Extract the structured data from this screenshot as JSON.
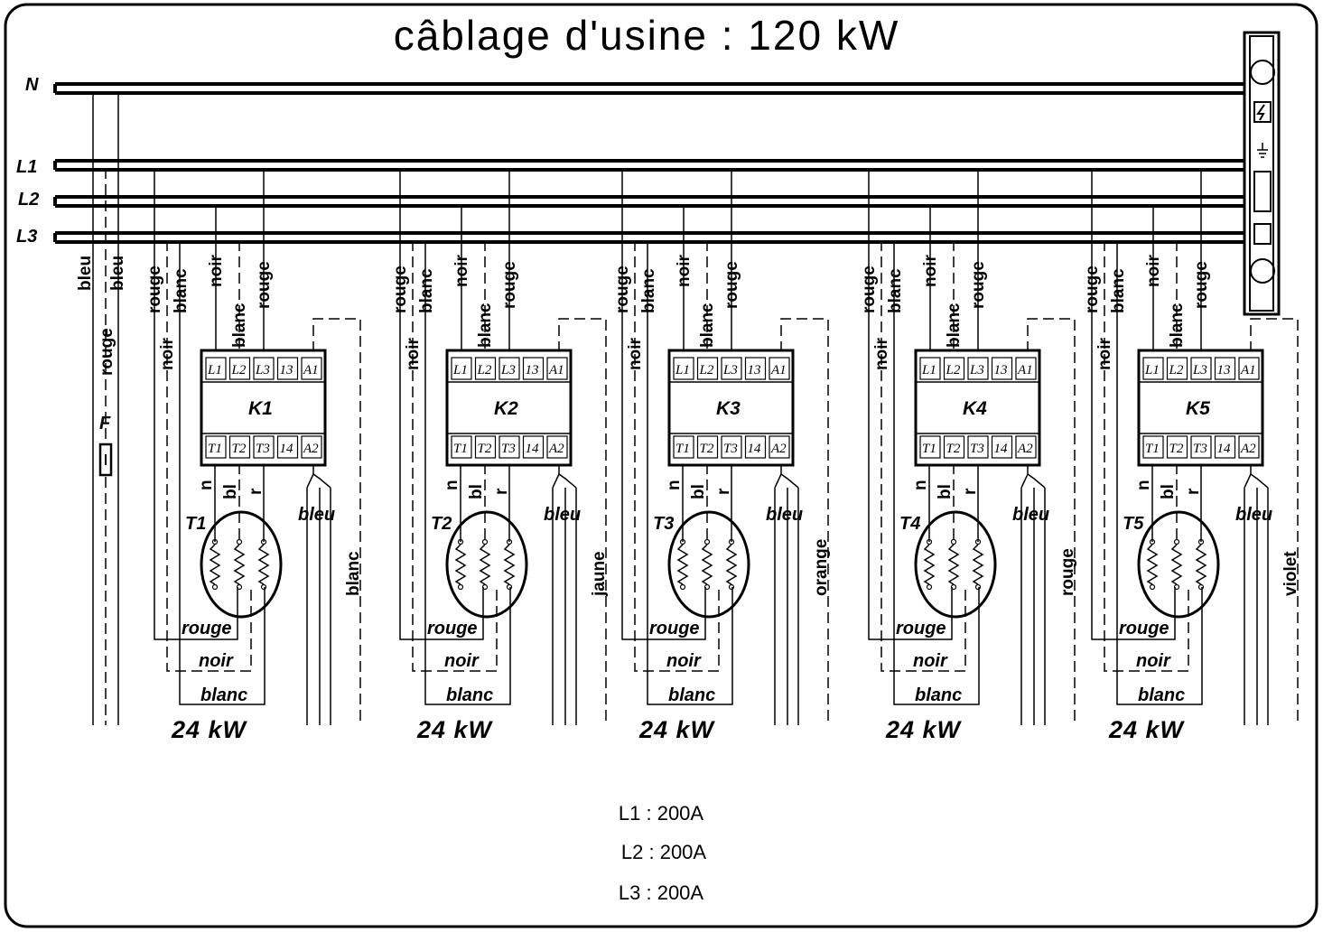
{
  "title": "câblage d'usine : 120 kW",
  "buses": [
    {
      "label": "N"
    },
    {
      "label": "L1"
    },
    {
      "label": "L2"
    },
    {
      "label": "L3"
    }
  ],
  "fuse": {
    "label": "F",
    "wire_labels": [
      "bleu",
      "bleu",
      "rouge"
    ]
  },
  "units": [
    {
      "contactor": "K1",
      "transformer": "T1",
      "power": "24 kW",
      "top_wires": [
        "rouge",
        "blanc",
        "noir",
        "rouge"
      ],
      "mid_wires": [
        "noir",
        "blanc"
      ],
      "leads": [
        "n",
        "bl",
        "r"
      ],
      "bottom_wires": [
        "rouge",
        "noir",
        "blanc"
      ],
      "coil_wires": [
        "bleu",
        "blanc"
      ]
    },
    {
      "contactor": "K2",
      "transformer": "T2",
      "power": "24 kW",
      "top_wires": [
        "rouge",
        "blanc",
        "noir",
        "rouge"
      ],
      "mid_wires": [
        "noir",
        "blanc"
      ],
      "leads": [
        "n",
        "bl",
        "r"
      ],
      "bottom_wires": [
        "rouge",
        "noir",
        "blanc"
      ],
      "coil_wires": [
        "bleu",
        "jaune"
      ]
    },
    {
      "contactor": "K3",
      "transformer": "T3",
      "power": "24 kW",
      "top_wires": [
        "rouge",
        "blanc",
        "noir",
        "rouge"
      ],
      "mid_wires": [
        "noir",
        "blanc"
      ],
      "leads": [
        "n",
        "bl",
        "r"
      ],
      "bottom_wires": [
        "rouge",
        "noir",
        "blanc"
      ],
      "coil_wires": [
        "bleu",
        "orange"
      ]
    },
    {
      "contactor": "K4",
      "transformer": "T4",
      "power": "24 kW",
      "top_wires": [
        "rouge",
        "blanc",
        "noir",
        "rouge"
      ],
      "mid_wires": [
        "noir",
        "blanc"
      ],
      "leads": [
        "n",
        "bl",
        "r"
      ],
      "bottom_wires": [
        "rouge",
        "noir",
        "blanc"
      ],
      "coil_wires": [
        "bleu",
        "rouge"
      ]
    },
    {
      "contactor": "K5",
      "transformer": "T5",
      "power": "24 kW",
      "top_wires": [
        "rouge",
        "blanc",
        "noir",
        "rouge"
      ],
      "mid_wires": [
        "noir",
        "blanc"
      ],
      "leads": [
        "n",
        "bl",
        "r"
      ],
      "bottom_wires": [
        "rouge",
        "noir",
        "blanc"
      ],
      "coil_wires": [
        "bleu",
        "violet"
      ]
    }
  ],
  "terminals_top": [
    "L1",
    "L2",
    "L3",
    "13",
    "A1"
  ],
  "terminals_bottom": [
    "T1",
    "T2",
    "T3",
    "14",
    "A2"
  ],
  "ratings": [
    "L1 : 200A",
    "L2 : 200A",
    "L3 : 200A"
  ]
}
